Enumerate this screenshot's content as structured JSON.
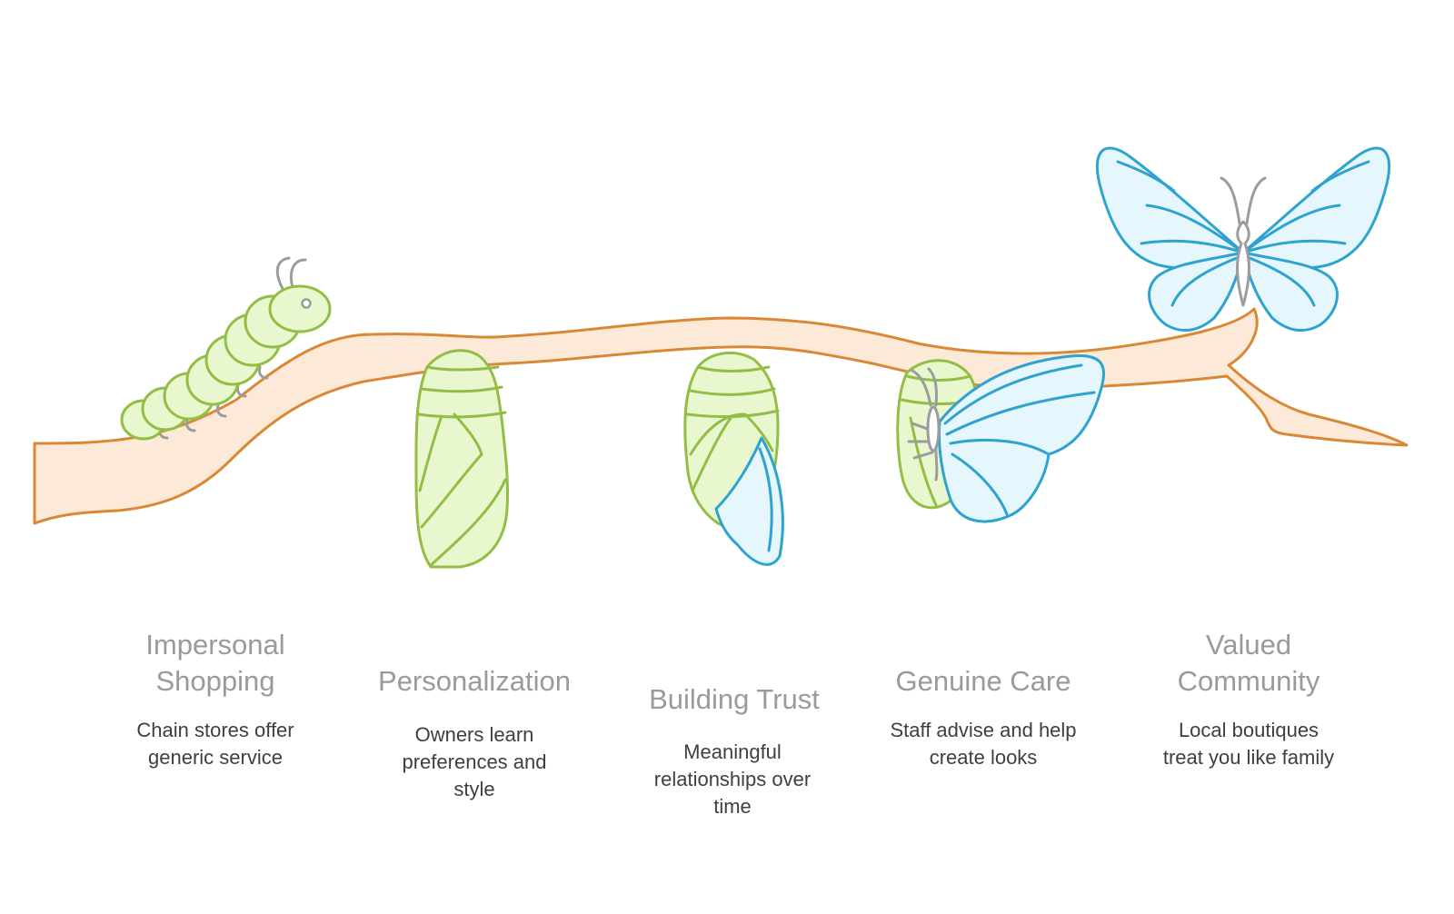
{
  "palette": {
    "branch_fill": "#FDE9D8",
    "branch_stroke": "#D98936",
    "green_fill": "#E9F7CF",
    "green_stroke": "#93BE45",
    "blue_fill": "#E5F6FD",
    "blue_stroke": "#2EA3CF",
    "antenna": "#9C9C9C",
    "title_color": "#9A9A9A",
    "text_color": "#3F3F3F"
  },
  "stages": [
    {
      "icon": "caterpillar-icon",
      "title": "Impersonal\nShopping",
      "description": "Chain stores offer\ngeneric service"
    },
    {
      "icon": "cocoon-icon",
      "title": "Personalization",
      "description": "Owners learn\npreferences and\nstyle"
    },
    {
      "icon": "cocoon-with-wing-icon",
      "title": "Building Trust",
      "description": "Meaningful\nrelationships over\ntime"
    },
    {
      "icon": "emerging-butterfly-icon",
      "title": "Genuine Care",
      "description": "Staff advise and help\ncreate looks"
    },
    {
      "icon": "butterfly-icon",
      "title": "Valued\nCommunity",
      "description": "Local boutiques\ntreat you like family"
    }
  ]
}
